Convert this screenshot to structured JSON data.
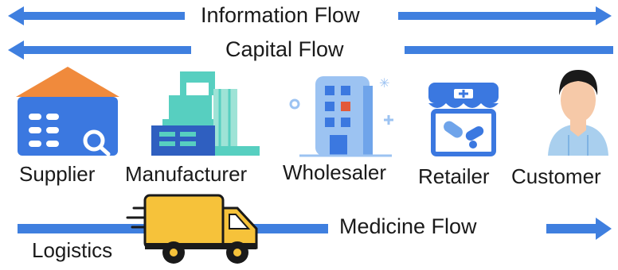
{
  "flows": {
    "information": "Information Flow",
    "capital": "Capital Flow",
    "medicine": "Medicine Flow"
  },
  "nodes": {
    "supplier": "Supplier",
    "manufacturer": "Manufacturer",
    "wholesaler": "Wholesaler",
    "retailer": "Retailer",
    "customer": "Customer"
  },
  "logistics": "Logistics",
  "colors": {
    "arrow": "#3f7fdf",
    "supplier_roof": "#f08a3c",
    "supplier_body": "#3b78e0",
    "factory_teal": "#57cfc0",
    "factory_blue": "#2f5fc0",
    "building": "#9cc3f2",
    "building_accent": "#e25a3a",
    "retail_blue": "#3b78e0",
    "skin": "#f6c9a8",
    "shirt": "#a9cfee",
    "truck": "#f6c23a",
    "truck_dark": "#1a1a1a"
  },
  "icons": {
    "supplier": "warehouse-icon",
    "manufacturer": "factory-icon",
    "wholesaler": "office-building-icon",
    "retailer": "pharmacy-store-icon",
    "customer": "person-icon",
    "logistics": "delivery-truck-icon"
  }
}
